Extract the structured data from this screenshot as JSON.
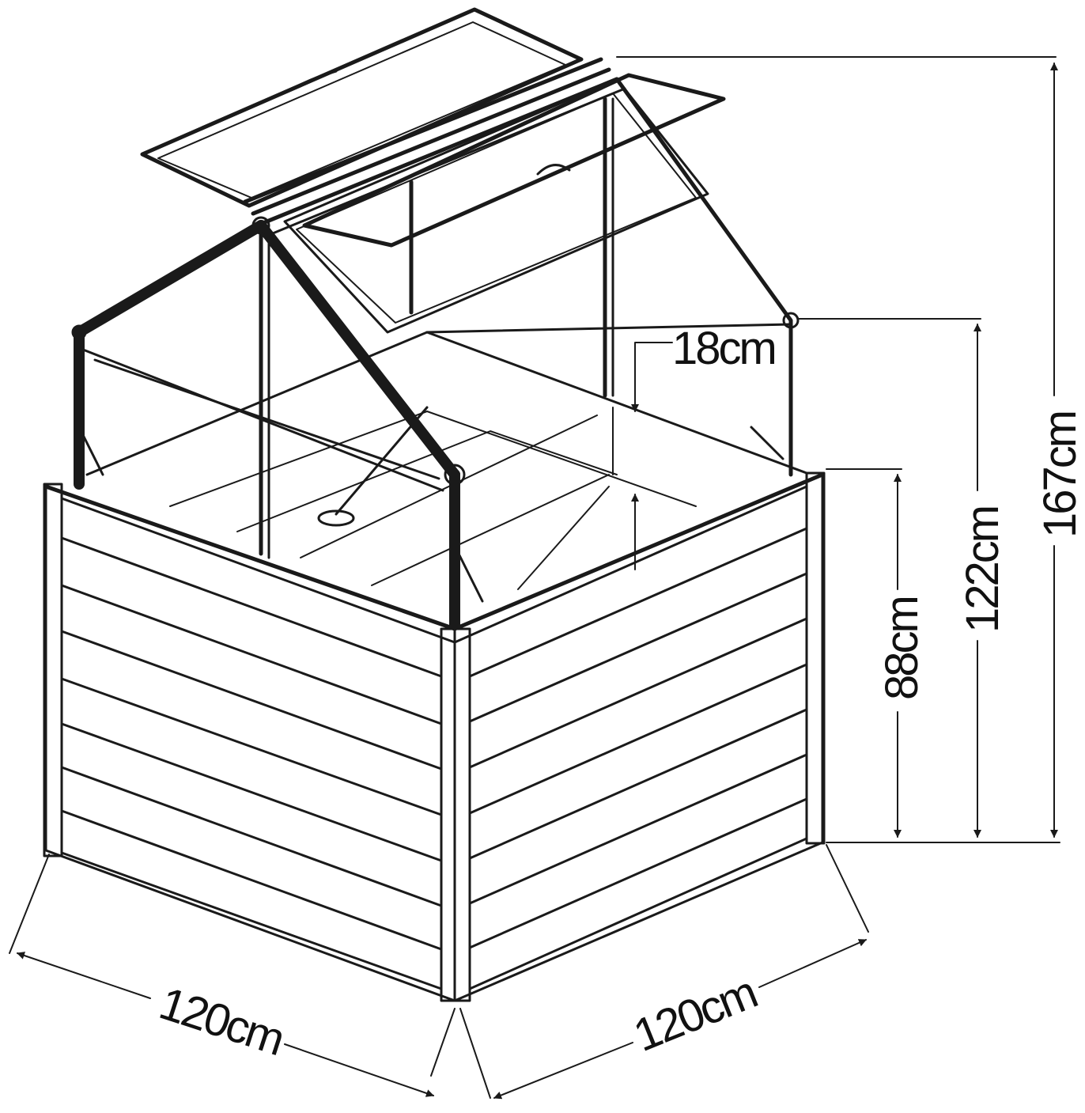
{
  "dimensions": {
    "frame_gap": "18cm",
    "bed_height": "88cm",
    "eave_height": "122cm",
    "total_height": "167cm",
    "left_width": "120cm",
    "right_depth": "120cm"
  },
  "colors": {
    "ink": "#1a1a1a",
    "background": "#ffffff"
  }
}
